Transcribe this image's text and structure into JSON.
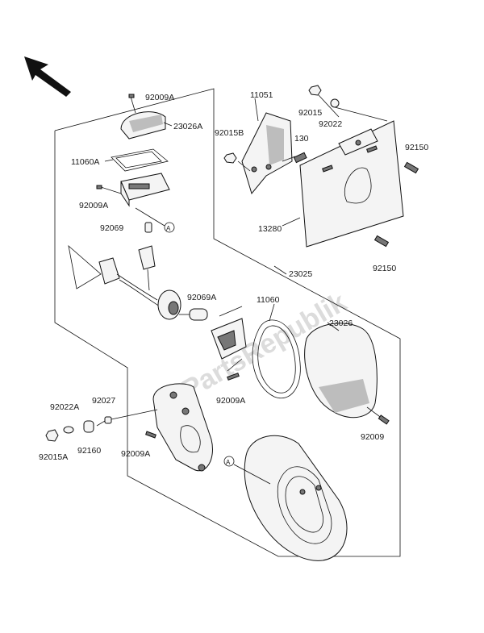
{
  "watermark": "PartsRepublik",
  "callout_ref": "A",
  "labels": {
    "p92009A_top": "92009A",
    "p23026A": "23026A",
    "p11060A": "11060A",
    "p92009A_mid": "92009A",
    "p92069": "92069",
    "p11051": "11051",
    "p92015": "92015",
    "p92022": "92022",
    "p92015B": "92015B",
    "p130": "130",
    "p92150_top": "92150",
    "p13280": "13280",
    "p92150_bot": "92150",
    "p23025": "23025",
    "p92069A": "92069A",
    "p11060": "11060",
    "p23026": "23026",
    "p92009A_lamp": "92009A",
    "p92022A": "92022A",
    "p92027": "92027",
    "p92015A": "92015A",
    "p92160": "92160",
    "p92009A_bracket": "92009A",
    "p92009": "92009"
  }
}
